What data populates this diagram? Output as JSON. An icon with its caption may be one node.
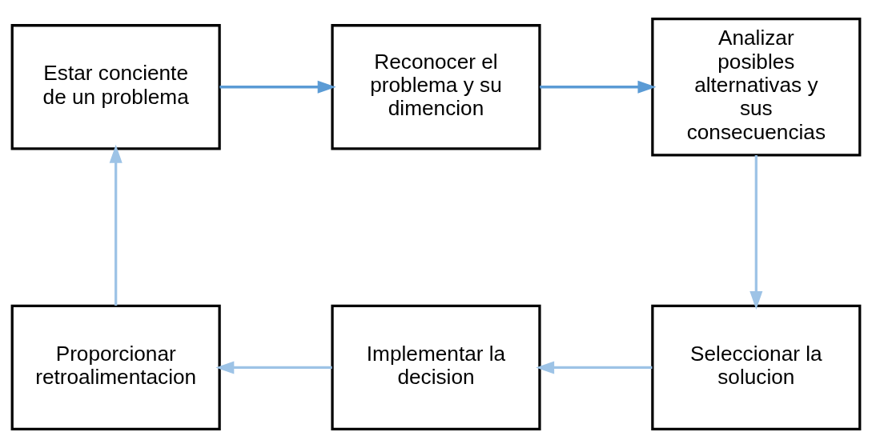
{
  "diagram": {
    "nodes": [
      {
        "text": [
          "Estar conciente de un problema"
        ]
      },
      {
        "text": [
          "Reconocer el problema y su dimencion"
        ]
      },
      {
        "text": [
          "Analizar posibles alternativas y sus consecuencias"
        ]
      },
      {
        "text": [
          "Proporcionar retroalimentacion"
        ]
      },
      {
        "text": [
          "Implementar la decision"
        ]
      },
      {
        "text": [
          "Seleccionar la solucion"
        ]
      }
    ],
    "edges": [
      {
        "from": 0,
        "to": 1,
        "arrow": "to",
        "color": "#5b9bd5"
      },
      {
        "from": 1,
        "to": 2,
        "arrow": "to",
        "color": "#5b9bd5"
      },
      {
        "from": 2,
        "to": 5,
        "arrow": "to"
      },
      {
        "from": 5,
        "to": 4,
        "arrow": "to"
      },
      {
        "from": 4,
        "to": 3,
        "arrow": "to"
      },
      {
        "from": 3,
        "to": 0,
        "arrow": "to"
      }
    ]
  }
}
